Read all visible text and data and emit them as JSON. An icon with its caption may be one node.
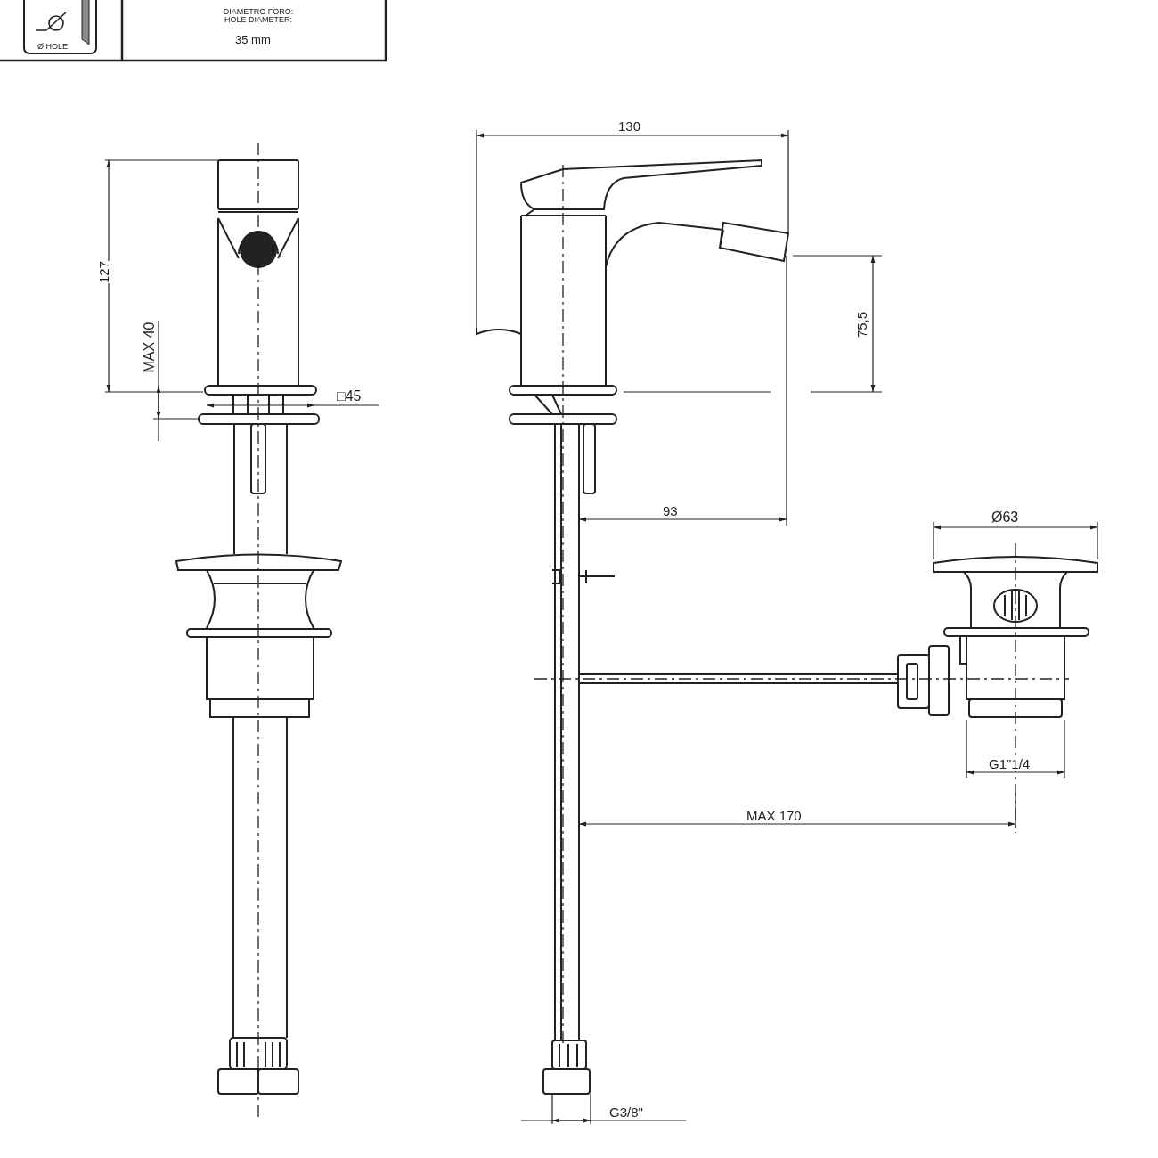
{
  "diagram": {
    "labels": [
      "Ø HOLE",
      "DIAMETRO FORO: HOLE DIAMETER:",
      "35 mm",
      "127",
      "MAX 40",
      "□45",
      "130",
      "75,5",
      "93",
      "Ø63",
      "G1\"1/4",
      "MAX 170",
      "G3/8\""
    ]
  }
}
